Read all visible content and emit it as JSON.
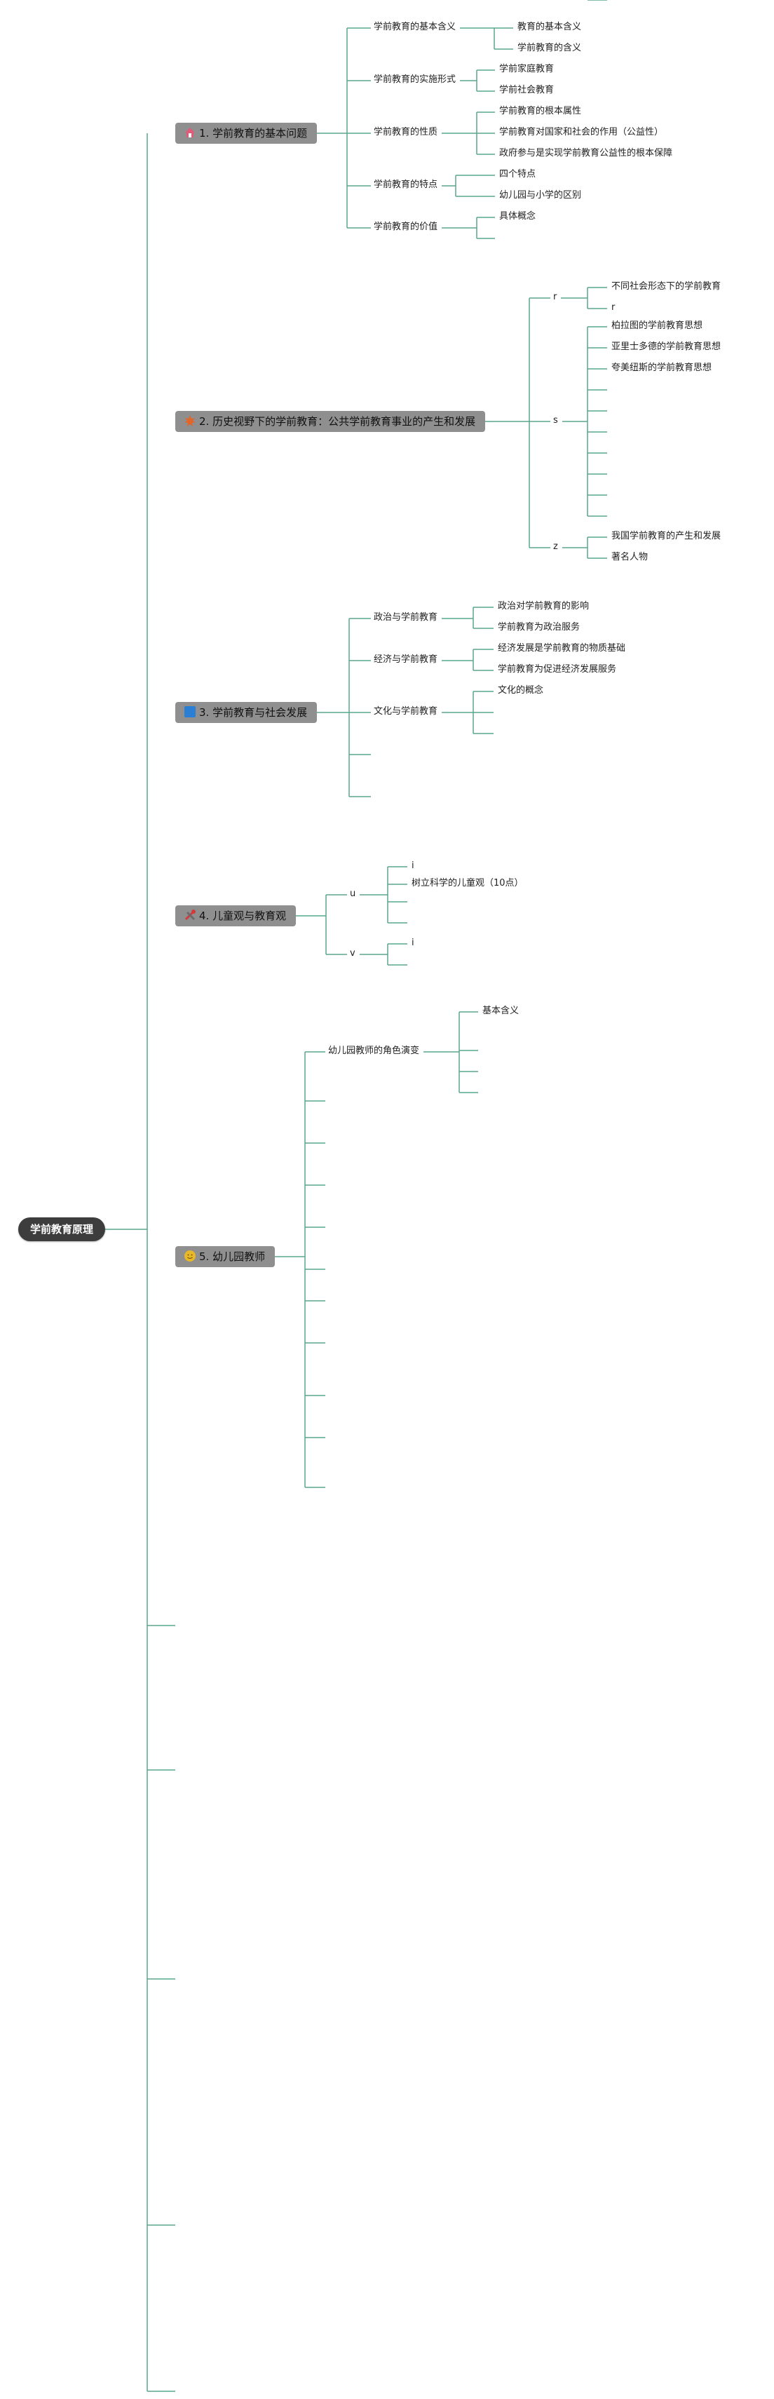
{
  "root": {
    "label": "学前教育原理"
  },
  "branches": [
    {
      "label": "1. 学前教育的基本问题",
      "icon": "house-icon",
      "subs": [
        {
          "label": "学前教育的基本含义",
          "leaves": [
            "教育的基本含义",
            "学前教育的含义"
          ]
        },
        {
          "label": "学前教育的实施形式",
          "leaves": [
            "学前家庭教育",
            "学前社会教育"
          ]
        },
        {
          "label": "学前教育的性质",
          "leaves": [
            "学前教育的根本属性",
            "学前教育对国家和社会的作用（公益性）",
            "政府参与是实现学前教育公益性的根本保障"
          ]
        },
        {
          "label": "学前教育的特点",
          "leaves": [
            "四个特点",
            "幼儿园与小学的区别"
          ]
        },
        {
          "label": "学前教育的价值",
          "leaves": [
            "具体概念",
            ""
          ]
        }
      ]
    },
    {
      "label": "2. 历史视野下的学前教育：公共学前教育事业的产生和发展",
      "icon": "maple-leaf-icon",
      "subs": [
        {
          "label": "r",
          "leaves": [
            "不同社会形态下的学前教育",
            "r"
          ]
        },
        {
          "label": "s",
          "leaves": [
            "柏拉图的学前教育思想",
            "亚里士多德的学前教育思想",
            "夸美纽斯的学前教育思想",
            "",
            "",
            "",
            "",
            "",
            "",
            "",
            ""
          ]
        },
        {
          "label": "z",
          "leaves": [
            "我国学前教育的产生和发展",
            "著名人物"
          ]
        }
      ]
    },
    {
      "label": "3. 学前教育与社会发展",
      "icon": "blue-square-icon",
      "subs": [
        {
          "label": "政治与学前教育",
          "leaves": [
            "政治对学前教育的影响",
            "学前教育为政治服务"
          ]
        },
        {
          "label": "经济与学前教育",
          "leaves": [
            "经济发展是学前教育的物质基础",
            "学前教育为促进经济发展服务"
          ]
        },
        {
          "label": "文化与学前教育",
          "leaves": [
            "文化的概念",
            "",
            ""
          ]
        },
        {
          "label": "",
          "leaves": []
        },
        {
          "label": "",
          "leaves": []
        }
      ]
    },
    {
      "label": "4. 儿童观与教育观",
      "icon": "tools-icon",
      "subs": [
        {
          "label": "u",
          "leaves": [
            "i",
            "树立科学的儿童观（10点）",
            "",
            ""
          ]
        },
        {
          "label": "v",
          "leaves": [
            "i",
            ""
          ]
        }
      ]
    },
    {
      "label": "5. 幼儿园教师",
      "icon": "sun-face-icon",
      "subs": [
        {
          "label": "幼儿园教师的角色演变",
          "leaves": [
            "基本含义",
            "",
            "",
            ""
          ]
        },
        {
          "label": "",
          "leaves": []
        },
        {
          "label": "",
          "leaves": []
        },
        {
          "label": "",
          "leaves": []
        },
        {
          "label": "",
          "leaves": []
        },
        {
          "label": "",
          "leaves": []
        },
        {
          "label": "",
          "leaves": []
        },
        {
          "label": "",
          "leaves": []
        },
        {
          "label": "",
          "leaves": []
        },
        {
          "label": "",
          "leaves": []
        },
        {
          "label": "",
          "leaves": []
        }
      ]
    }
  ],
  "colors": {
    "connector": "#5aa58a",
    "root_fill": "#3d3d3d",
    "branch_fill": "#8f8f8f"
  }
}
